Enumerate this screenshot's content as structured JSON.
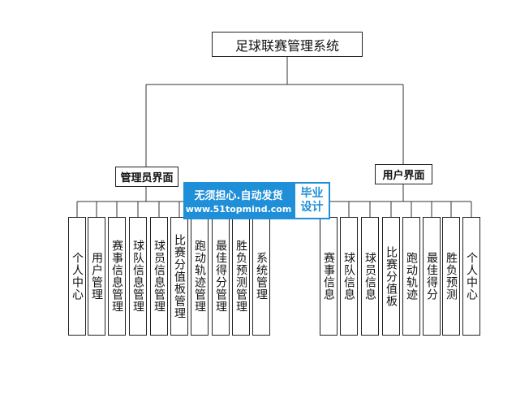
{
  "diagram": {
    "root": "足球联赛管理系统",
    "branches": [
      {
        "label": "管理员界面",
        "children": [
          "个人中心",
          "用户管理",
          "赛事信息管理",
          "球队信息管理",
          "球员信息管理",
          "比赛分值板管理",
          "跑动轨迹管理",
          "最佳得分管理",
          "胜负预测管理",
          "系统管理"
        ]
      },
      {
        "label": "用户界面",
        "children": [
          "赛事信息",
          "球队信息",
          "球员信息",
          "比赛分值板",
          "跑动轨迹",
          "最佳得分",
          "胜负预测",
          "个人中心"
        ]
      }
    ]
  },
  "watermark": {
    "line1": "无须担心.自动发货",
    "line2": "www.51topmind.com",
    "tag_line1": "毕业",
    "tag_line2": "设计",
    "color": "#1f8fd8"
  }
}
